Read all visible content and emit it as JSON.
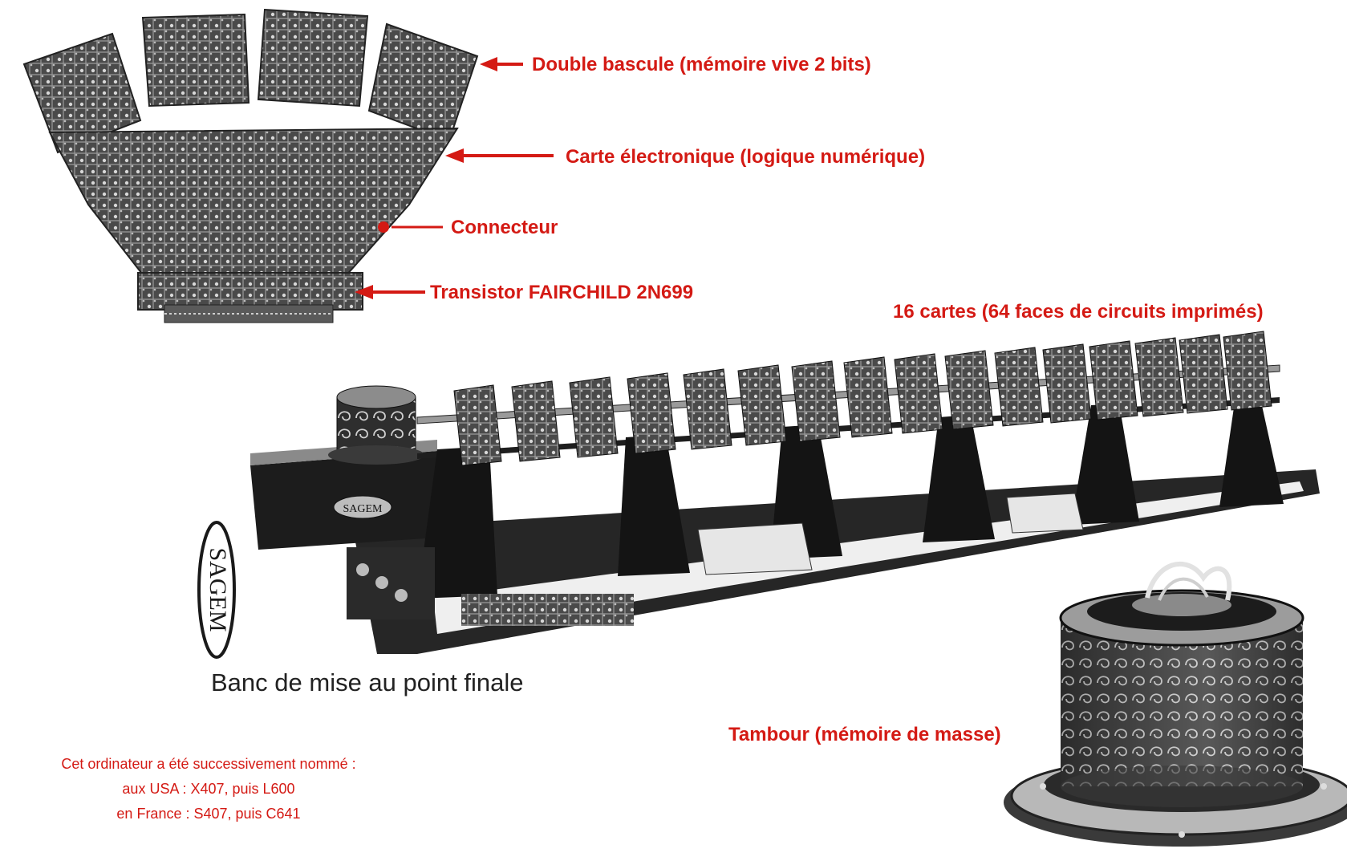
{
  "colors": {
    "annotation": "#d41a14",
    "caption": "#222222",
    "photo_dark": "#1c1c1c",
    "photo_mid": "#6d6d6d",
    "photo_light": "#c4c4c4"
  },
  "annotations": {
    "double_bascule": "Double bascule (mémoire vive 2 bits)",
    "carte": "Carte électronique (logique numérique)",
    "connecteur": "Connecteur",
    "transistor": "Transistor FAIRCHILD 2N699",
    "cartes_count": "16 cartes (64 faces de circuits imprimés)",
    "tambour": "Tambour (mémoire de masse)"
  },
  "caption": "Banc de mise au point finale",
  "logo": {
    "brand": "SAGEM"
  },
  "note": {
    "line1": "Cet ordinateur a été successivement nommé :",
    "line2": "aux USA : X407, puis L600",
    "line3": "en France : S407, puis C641"
  }
}
